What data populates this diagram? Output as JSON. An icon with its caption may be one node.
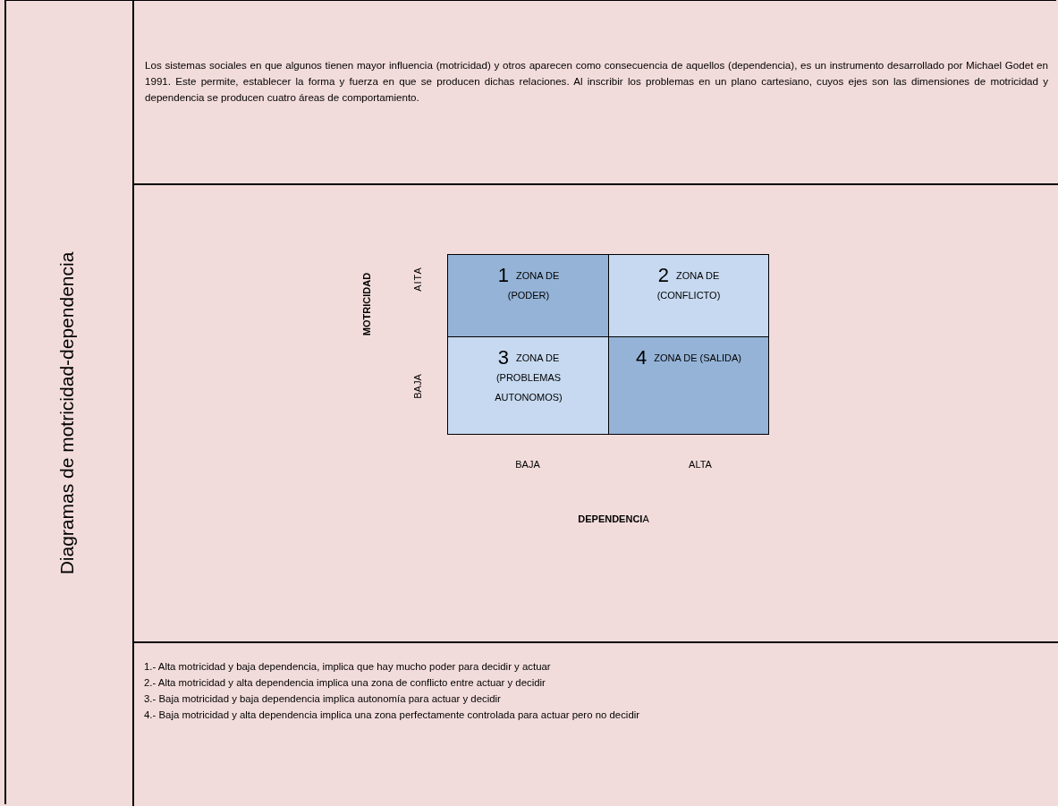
{
  "diagram": {
    "title": "Diagramas de motricidad-dependencia",
    "nodes": [
      {
        "text": [
          "1",
          "ZONA DE (PODER)"
        ]
      },
      {
        "text": [
          "2",
          "ZONA DE (CONFLICTO)"
        ]
      },
      {
        "text": [
          "3",
          "ZONA DE (PROBLEMAS AUTONOMOS)"
        ]
      },
      {
        "text": [
          "4",
          "ZONA DE (SALIDA)"
        ]
      }
    ],
    "labels": [
      "Los sistemas sociales en que algunos tienen mayor influencia (motricidad) y otros aparecen como consecuencia de aquellos (dependencia), es un instrumento desarrollado por Michael Godet en 1991. Este permite, establecer la forma y fuerza en que se producen dichas relaciones. Al inscribir los problemas en un plano cartesiano, cuyos ejes son las dimensiones de motricidad y dependencia se producen cuatro áreas de comportamiento.",
      "MOTRICIDAD",
      "AITA",
      "BAJA",
      "BAJA",
      "ALTA",
      "**DEPENDENCI**A",
      "1.- Alta motricidad y baja dependencia, implica que hay mucho poder para decidir y actuar",
      "2.- Alta motricidad y alta dependencia implica una zona de conflicto entre actuar y decidir",
      "3.- Baja motricidad y baja dependencia implica autonomía para actuar y decidir",
      "4.- Baja motricidad y alta dependencia implica una zona perfectamente controlada para actuar pero no decidir"
    ]
  }
}
